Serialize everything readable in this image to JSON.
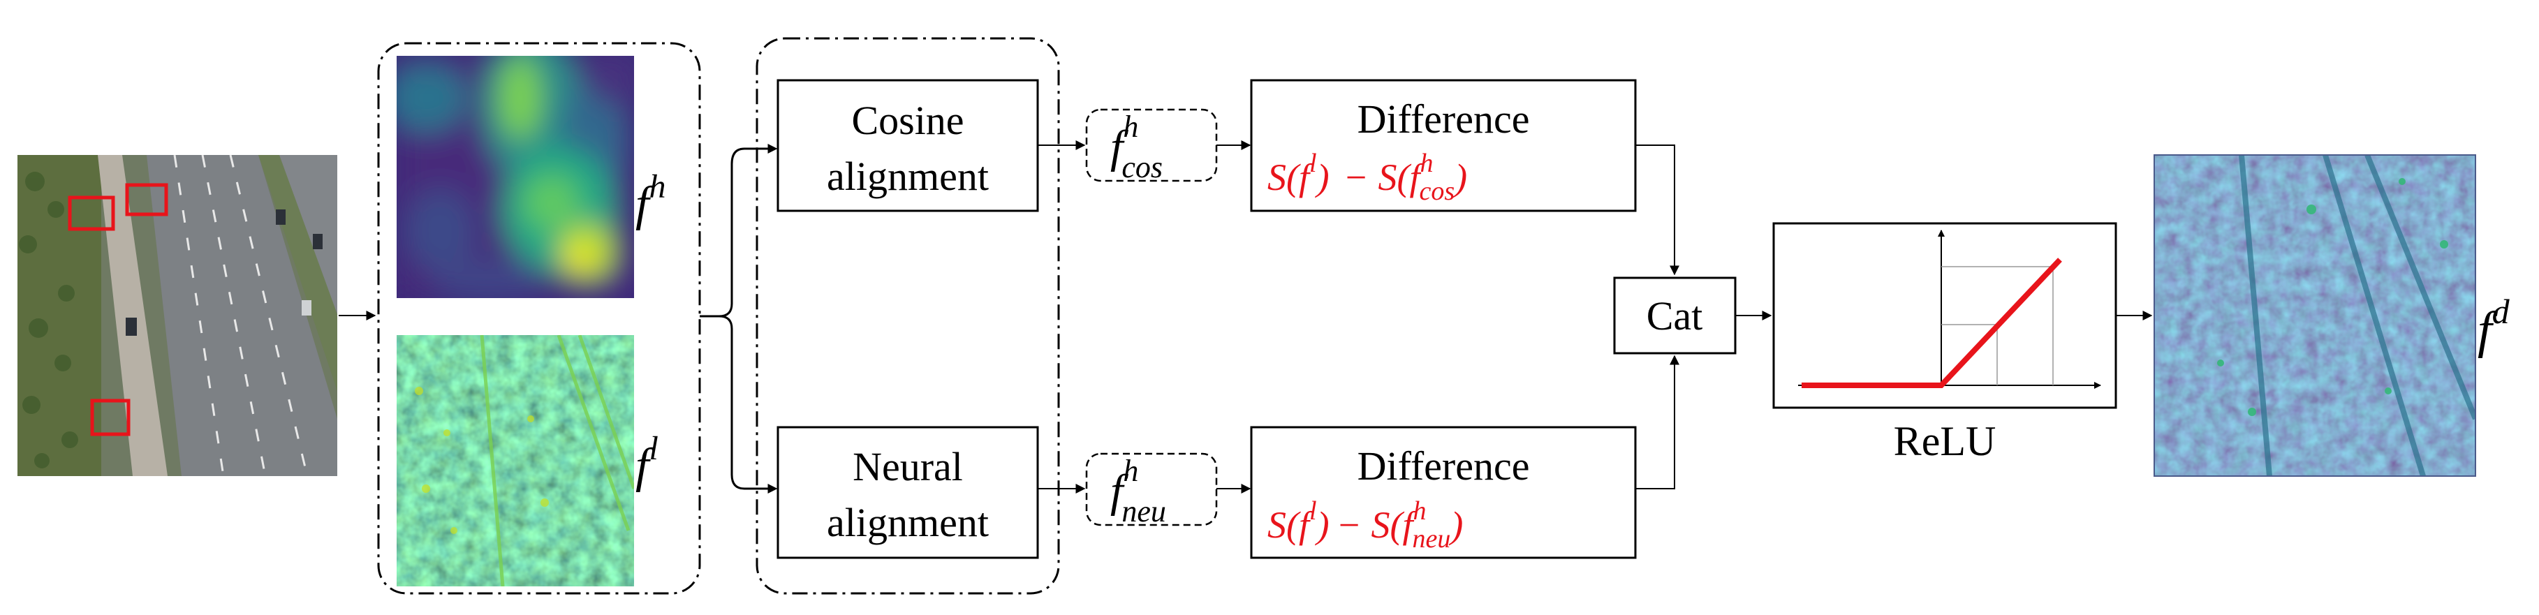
{
  "diagram": {
    "symbols": {
      "fh_main": "f",
      "fh_sup": "h",
      "fl_main": "f",
      "fl_sup": "l",
      "fcos_main": "f",
      "fcos_sup": "h",
      "fcos_sub": "cos",
      "fneu_main": "f",
      "fneu_sup": "h",
      "fneu_sub": "neu",
      "fd_main": "f",
      "fd_sup": "d"
    },
    "boxes": {
      "cosine_line1": "Cosine",
      "cosine_line2": "alignment",
      "neural_line1": "Neural",
      "neural_line2": "alignment",
      "diff_top_title": "Difference",
      "diff_bottom_title": "Difference",
      "cat": "Cat",
      "relu": "ReLU"
    },
    "formulas": {
      "top": {
        "s1": "S(",
        "f1": "f",
        "sup1": "l",
        "close1": ")",
        "minus": "− S(",
        "f2": "f",
        "sub2": "cos",
        "sup2": "h",
        "close2": ")"
      },
      "bottom": {
        "s1": "S(",
        "f1": "f",
        "sup1": "l",
        "close1": ")",
        "minus": "− S(",
        "f2": "f",
        "sub2": "neu",
        "sup2": "h",
        "close2": ")"
      }
    },
    "colors": {
      "formula": "#e8141b",
      "detection_box": "#e8141b",
      "relu_line": "#e8141b",
      "viridis_dark": "#440154",
      "viridis_mid": "#21918c",
      "viridis_bright": "#fde725"
    }
  }
}
